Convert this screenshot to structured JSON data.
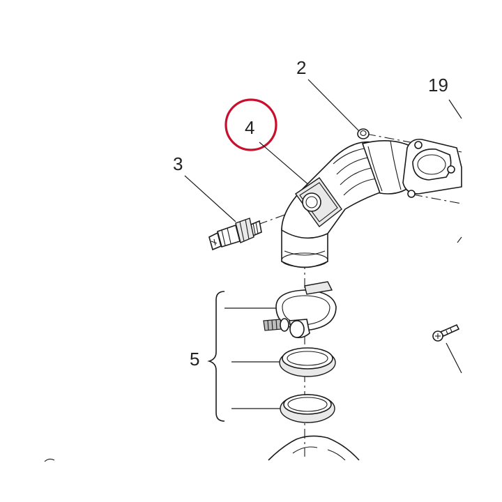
{
  "callouts": {
    "c2": "2",
    "c3": "3",
    "c4": "4",
    "c5": "5",
    "c19": "19"
  },
  "highlight": {
    "target": "4",
    "color": "#c8102e"
  },
  "colors": {
    "line": "#1a1a1a",
    "background": "#ffffff"
  }
}
